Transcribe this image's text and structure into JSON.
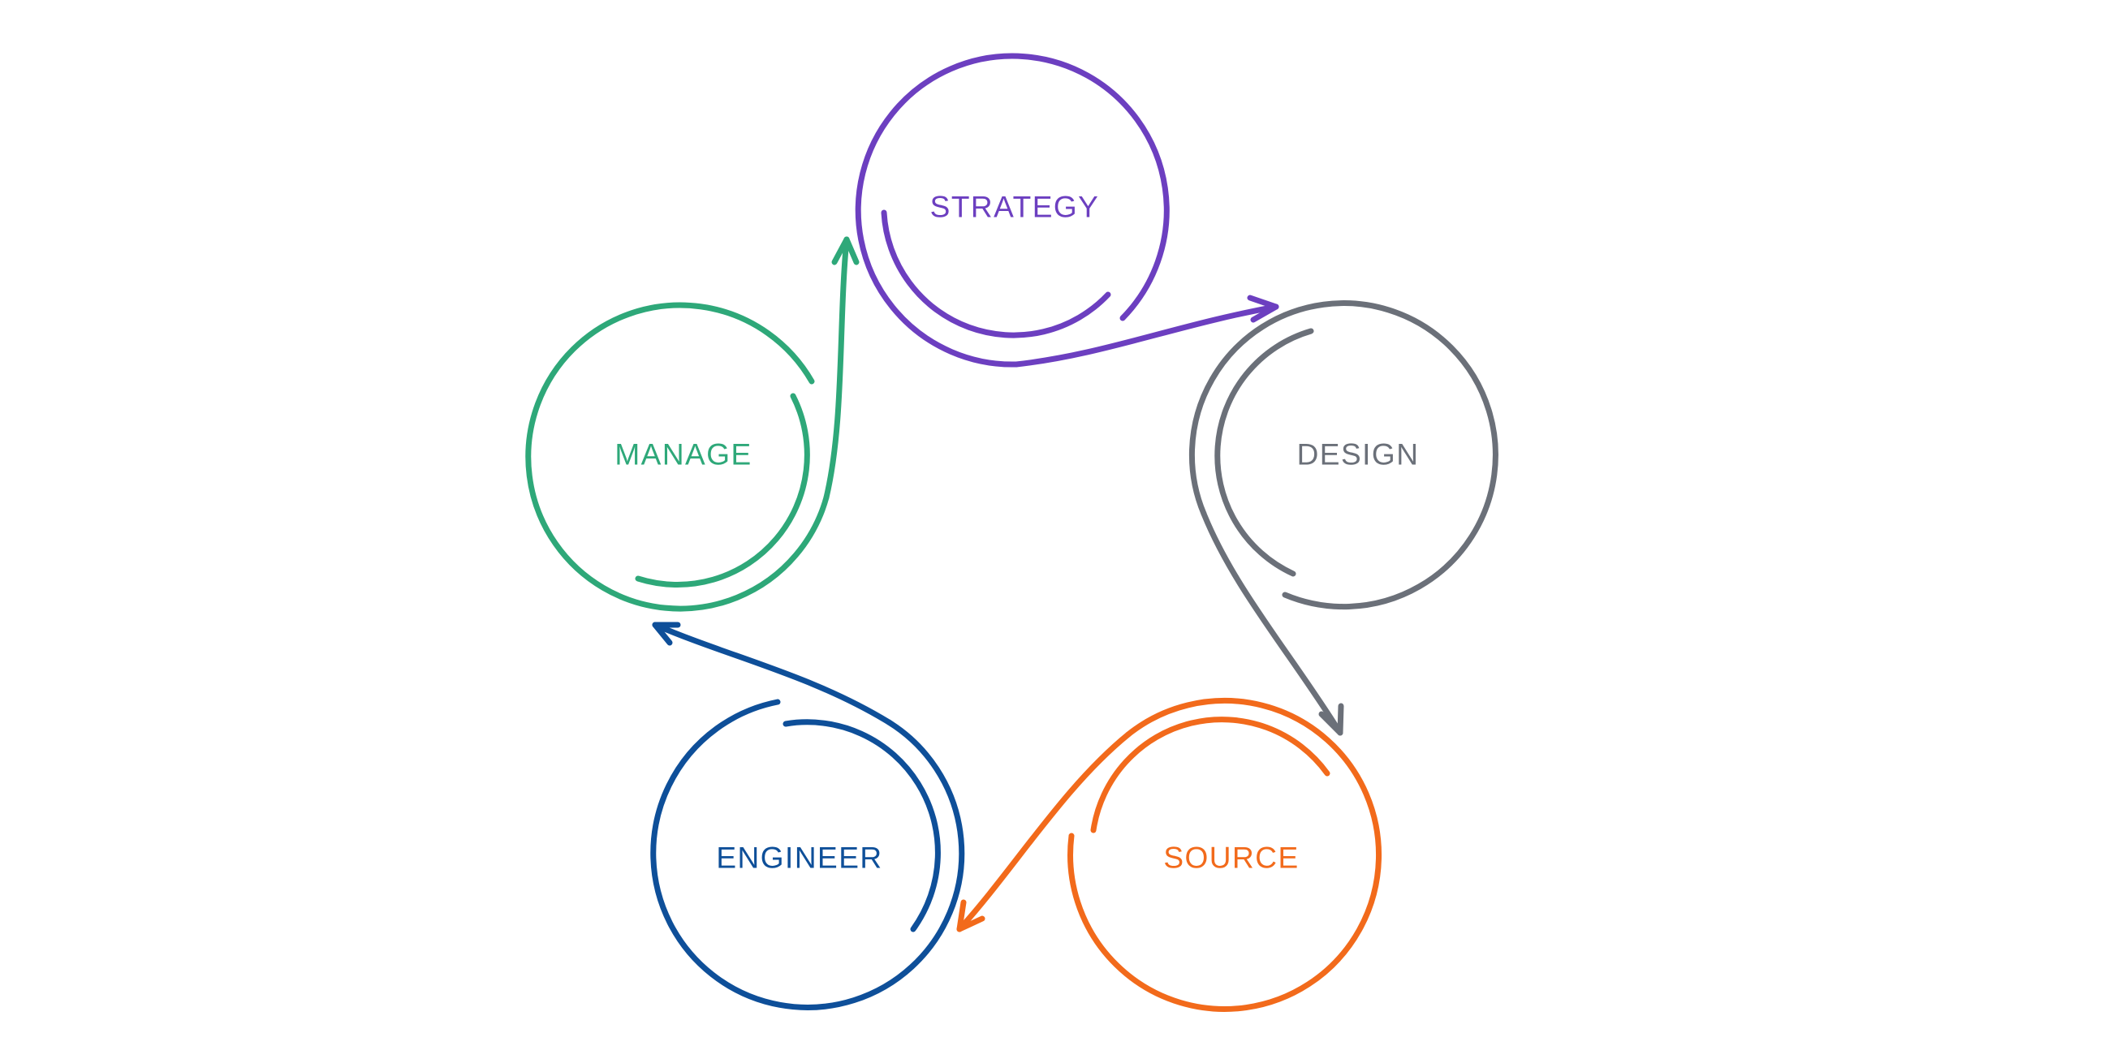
{
  "diagram": {
    "stages": [
      {
        "key": "strategy",
        "label": "STRATEGY",
        "color": "#6c3fc0"
      },
      {
        "key": "design",
        "label": "DESIGN",
        "color": "#6b7079"
      },
      {
        "key": "source",
        "label": "SOURCE",
        "color": "#f26a1b"
      },
      {
        "key": "engineer",
        "label": "ENGINEER",
        "color": "#0e4f99"
      },
      {
        "key": "manage",
        "label": "MANAGE",
        "color": "#2ea879"
      }
    ],
    "flow": [
      "STRATEGY → DESIGN",
      "DESIGN → SOURCE",
      "SOURCE → ENGINEER",
      "ENGINEER → MANAGE",
      "MANAGE → STRATEGY"
    ]
  }
}
